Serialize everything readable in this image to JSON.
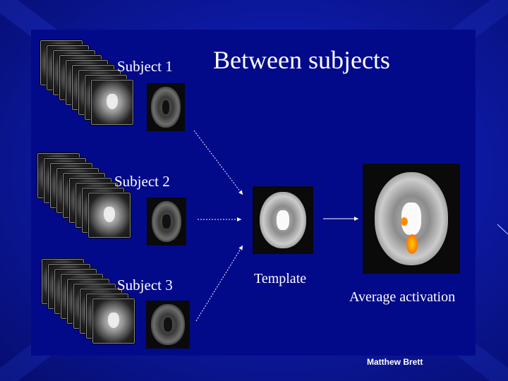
{
  "title": "Between subjects",
  "subjects": [
    {
      "label": "Subject 1"
    },
    {
      "label": "Subject 2"
    },
    {
      "label": "Subject 3"
    }
  ],
  "template_label": "Template",
  "average_label": "Average activation",
  "credit": "Matthew Brett",
  "colors": {
    "background": "#0d1aa6",
    "panel": "#030a8a",
    "text": "#ffffff",
    "activation": "#ff8c00"
  }
}
